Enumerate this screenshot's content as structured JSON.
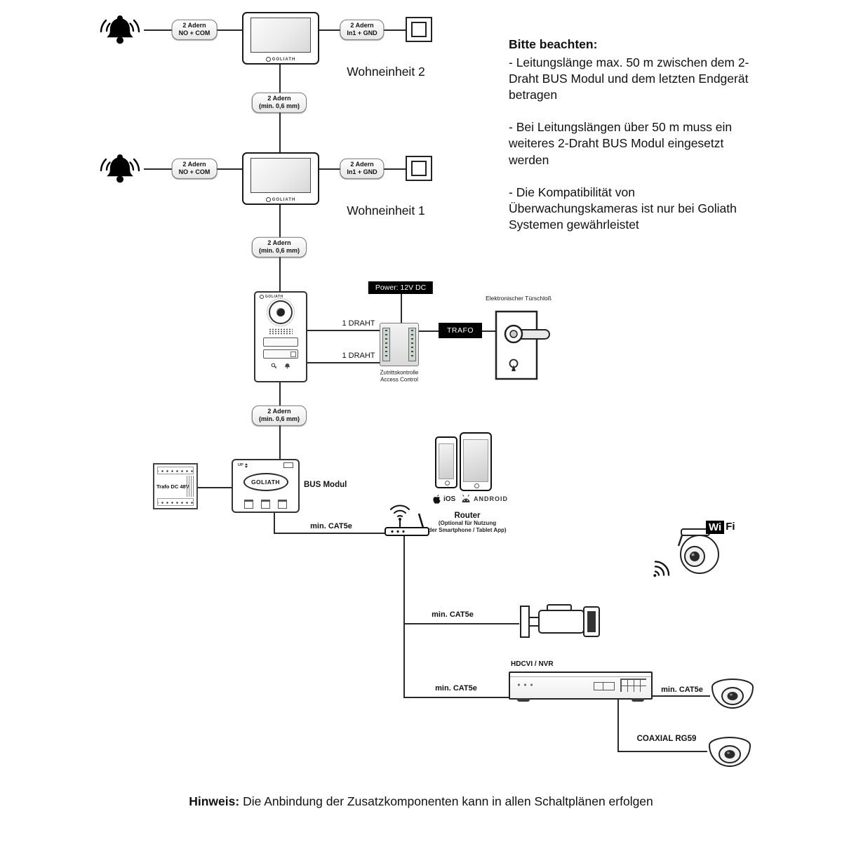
{
  "colors": {
    "ink": "#111111",
    "background": "#ffffff",
    "label_black": "#000000"
  },
  "diagram": {
    "brand": "GOLIATH",
    "unit2_label": "Wohneinheit 2",
    "unit1_label": "Wohneinheit 1",
    "cable_no_com": {
      "l1": "2 Adern",
      "l2": "NO + COM"
    },
    "cable_in1_gnd": {
      "l1": "2 Adern",
      "l2": "In1 + GND"
    },
    "cable_min06": {
      "l1": "2 Adern",
      "l2": "(min. 0,6 mm)"
    },
    "one_draht": "1 DRAHT",
    "power_label": "Power: 12V DC",
    "trafo_label": "TRAFO",
    "lock_label": "Elektronischer Türschloß",
    "access": {
      "l1": "Zutrittskontrolle",
      "l2": "Access Control"
    },
    "trafo_dc_label": "Trafo DC 48V",
    "bus_modul_label": "BUS Modul",
    "bus_up": "UP",
    "ios_label": "iOS",
    "android_label": "ANDROID",
    "router_title": "Router",
    "router_sub1": "(Optional für Nutzung",
    "router_sub2": "der Smartphone / Tablet App)",
    "cat5e": "min. CAT5e",
    "wifi_wi": "Wi",
    "wifi_fi": "Fi",
    "nvr_label": "HDCVI / NVR",
    "coaxial_label": "COAXIAL RG59"
  },
  "notes": {
    "heading": "Bitte beachten:",
    "paragraphs": [
      "- Leitungslänge max. 50 m zwischen dem 2-Draht BUS Modul und dem letzten Endgerät betragen",
      "- Bei Leitungslängen über 50 m muss ein weiteres 2-Draht BUS Modul eingesetzt werden",
      "- Die Kompatibilität von Überwachungskameras ist nur bei Goliath Systemen gewährleistet"
    ]
  },
  "footer": {
    "label": "Hinweis:",
    "text": "Die Anbindung der Zusatzkomponenten kann in allen Schaltplänen erfolgen"
  }
}
